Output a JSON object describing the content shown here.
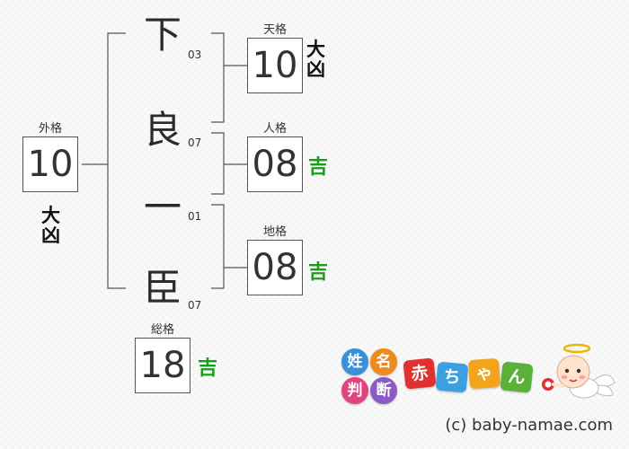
{
  "name_chars": [
    "下",
    "良",
    "一",
    "臣"
  ],
  "strokes": [
    "03",
    "07",
    "01",
    "07"
  ],
  "tenkaku": {
    "label": "天格",
    "value": "10",
    "luck": "大凶"
  },
  "jinkaku": {
    "label": "人格",
    "value": "08",
    "luck": "吉"
  },
  "chikaku": {
    "label": "地格",
    "value": "08",
    "luck": "吉"
  },
  "gaikaku": {
    "label": "外格",
    "value": "10",
    "luck": "大凶"
  },
  "soukaku": {
    "label": "総格",
    "value": "18",
    "luck": "吉"
  },
  "logo": {
    "tiles": [
      "姓",
      "名",
      "判",
      "断",
      "赤",
      "ち",
      "ゃ",
      "ん"
    ],
    "tile_colors": [
      "#3a8fd9",
      "#f08a1c",
      "#e0447e",
      "#8a5bc4",
      "#e0312f",
      "#3aa0e0",
      "#f2a51a",
      "#5bb03a"
    ]
  },
  "copyright": "(c) baby-namae.com",
  "colors": {
    "good": "#1a9e1a",
    "bad": "#111111",
    "line": "#555555"
  }
}
